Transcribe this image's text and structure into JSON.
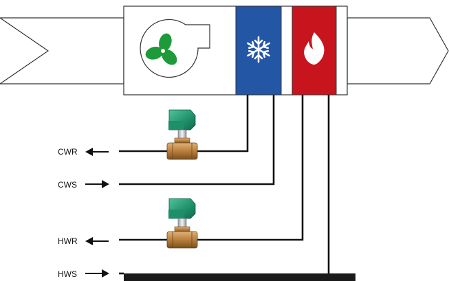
{
  "pipes": {
    "cwr": {
      "label": "CWR"
    },
    "cws": {
      "label": "CWS"
    },
    "hwr": {
      "label": "HWR"
    },
    "hws": {
      "label": "HWS"
    }
  },
  "colors": {
    "cooling_coil": "#2456a6",
    "heating_coil": "#c8141c",
    "fan": "#1e9a3a",
    "valve_actuator": "#1f8f6a",
    "valve_body": "#b87f3c",
    "pipe": "#111111"
  },
  "icons": {
    "fan": "fan-icon",
    "cooling": "snowflake-icon",
    "heating": "flame-icon",
    "valve": "valve-icon",
    "arrow_left": "arrow-left-icon",
    "arrow_right": "arrow-right-icon"
  }
}
